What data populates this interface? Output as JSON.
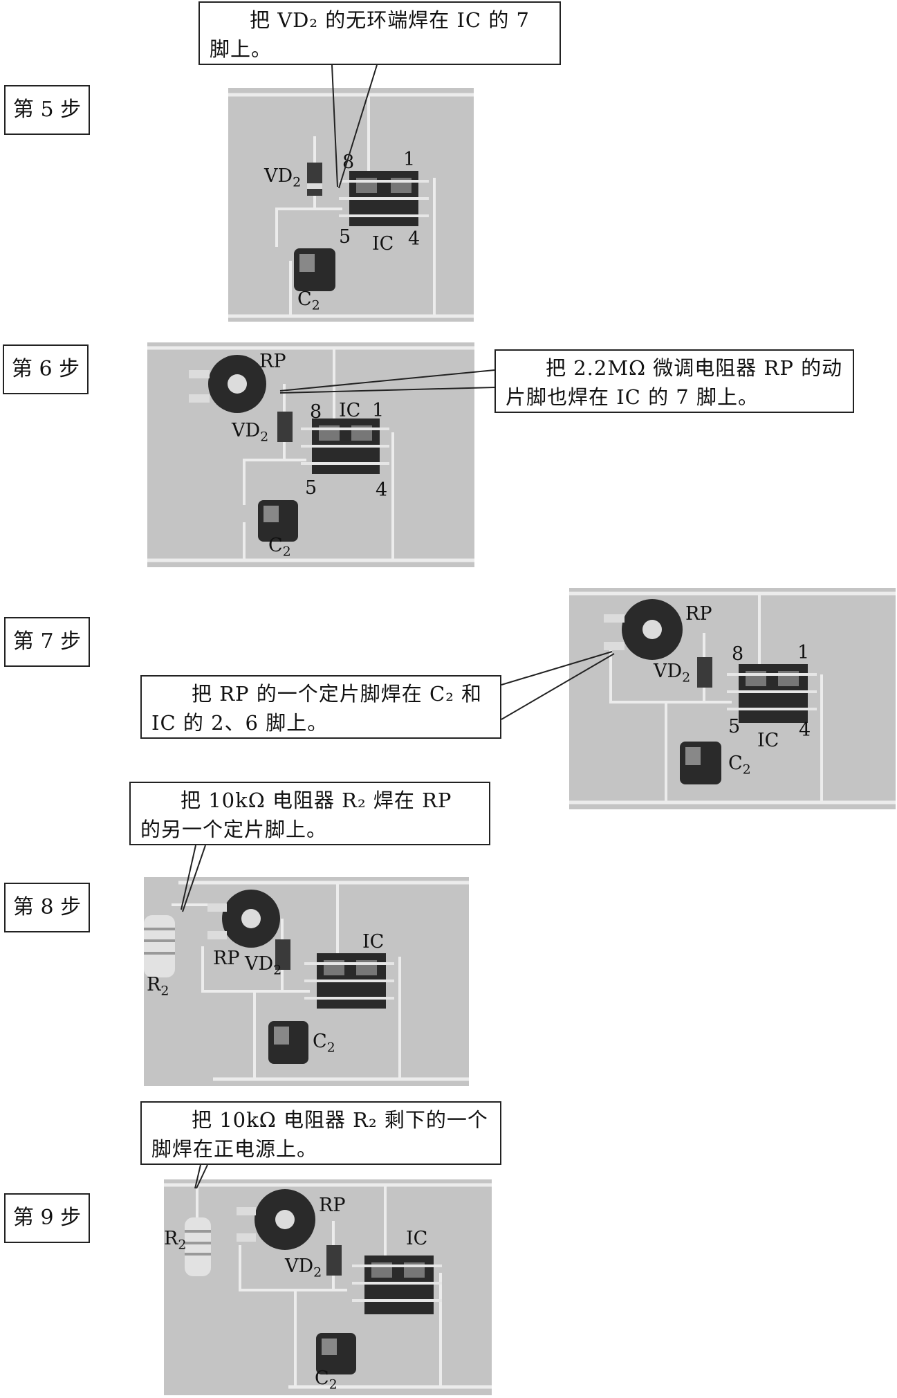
{
  "steps": [
    {
      "label": "第 5 步",
      "callout": "把 VD₂ 的无环端焊在 IC 的 7 脚上。"
    },
    {
      "label": "第 6 步",
      "callout": "把 2.2MΩ 微调电阻器 RP 的动片脚也焊在 IC 的 7 脚上。"
    },
    {
      "label": "第 7 步",
      "callout": "把 RP 的一个定片脚焊在 C₂ 和 IC 的 2、6 脚上。"
    },
    {
      "label": "第 8 步",
      "callout": "把 10kΩ 电阻器 R₂ 焊在 RP 的另一个定片脚上。"
    },
    {
      "label": "第 9 步",
      "callout": "把 10kΩ 电阻器 R₂ 剩下的一个脚焊在正电源上。"
    }
  ],
  "labels": {
    "vd": "VD",
    "vd_sub": "2",
    "c": "C",
    "c_sub": "2",
    "r": "R",
    "r_sub": "2",
    "ic": "IC",
    "rp": "RP",
    "pin1": "1",
    "pin4": "4",
    "pin5": "5",
    "pin8": "8"
  },
  "colors": {
    "photo_bg": "#c4c4c4",
    "wire": "#e6e6e6",
    "component_dark": "#2a2a2a"
  }
}
